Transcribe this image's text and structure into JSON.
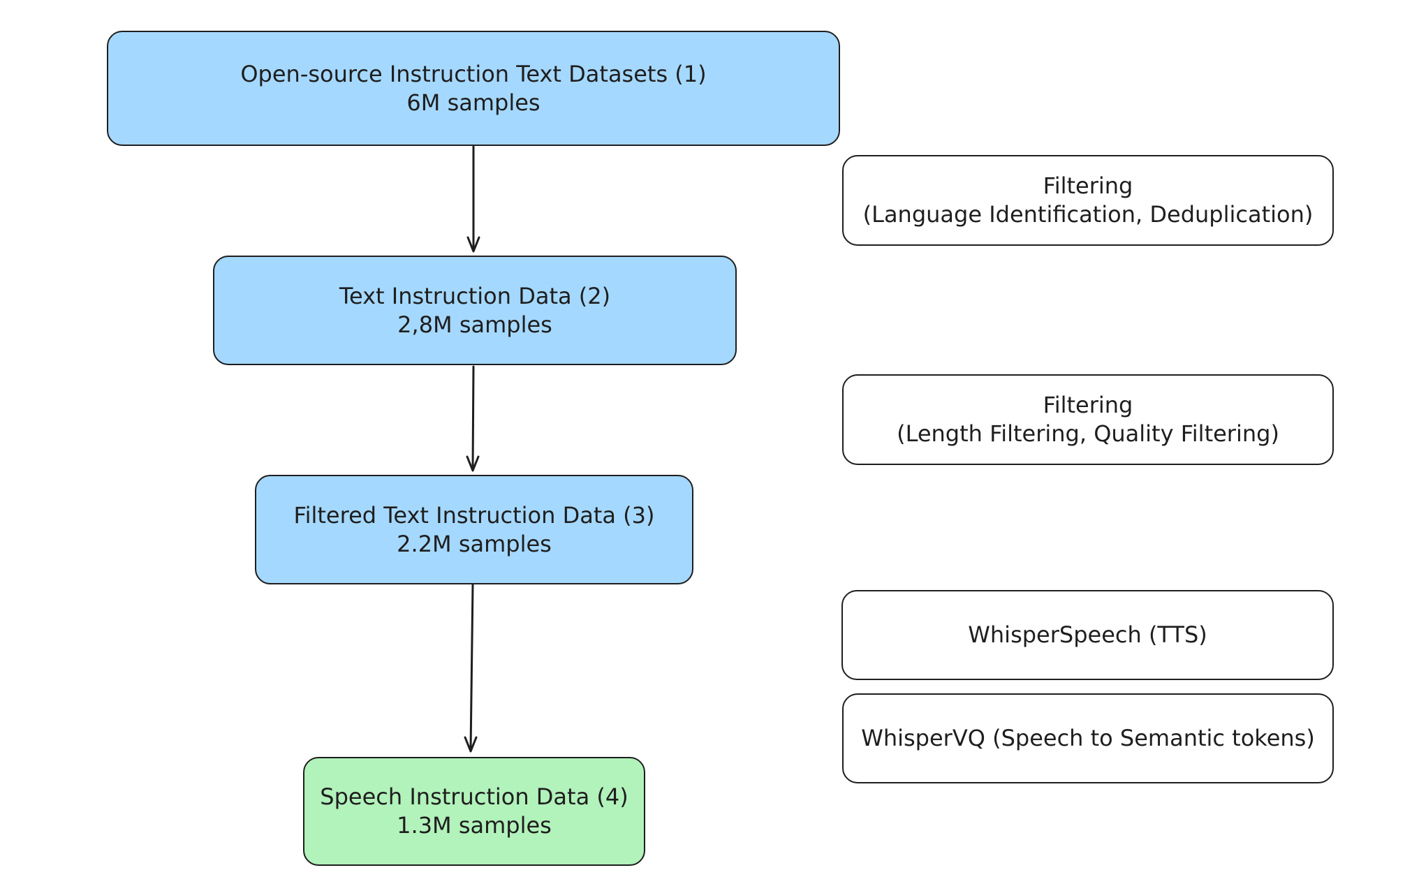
{
  "stages": [
    {
      "title": "Open-source Instruction Text Datasets (1)",
      "count": "6M samples",
      "color": "#a5d8ff"
    },
    {
      "title": "Text Instruction Data (2)",
      "count": "2,8M samples",
      "color": "#a5d8ff"
    },
    {
      "title": "Filtered Text Instruction Data (3)",
      "count": "2.2M samples",
      "color": "#a5d8ff"
    },
    {
      "title": "Speech Instruction Data (4)",
      "count": "1.3M samples",
      "color": "#b2f2bb"
    }
  ],
  "steps": [
    {
      "title": "Filtering",
      "detail": "(Language Identification, Deduplication)"
    },
    {
      "title": "Filtering",
      "detail": "(Length Filtering, Quality Filtering)"
    },
    {
      "title": "WhisperSpeech (TTS)"
    },
    {
      "title": "WhisperVQ (Speech to Semantic tokens)"
    }
  ]
}
